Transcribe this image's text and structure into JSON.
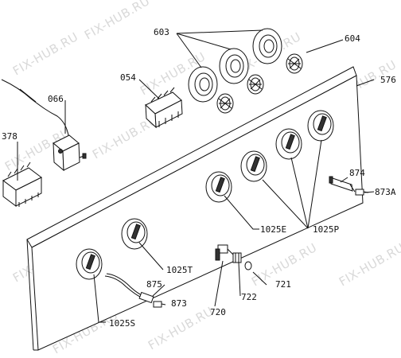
{
  "watermark": "FIX-HUB.RU",
  "labels": {
    "l603": "603",
    "l604": "604",
    "l576": "576",
    "l054": "054",
    "l066": "066",
    "l378": "378",
    "l874": "874",
    "l873A": "873A",
    "l1025E": "1025E",
    "l1025P": "1025P",
    "l1025T": "1025T",
    "l875": "875",
    "l873": "873",
    "l721": "721",
    "l722": "722",
    "l720": "720",
    "l1025S": "1025S"
  }
}
